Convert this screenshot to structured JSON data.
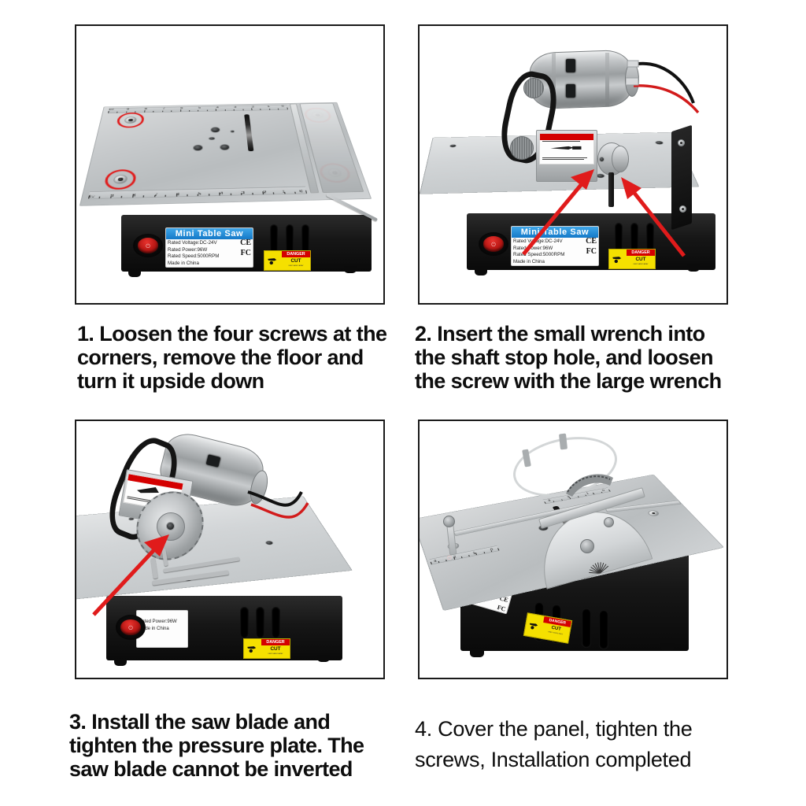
{
  "page": {
    "type": "instruction-sheet",
    "background_color": "#ffffff",
    "border_color": "#1a1a1a",
    "accent_red": "#e01b1b",
    "label_blue": "#1479c8",
    "danger_yellow": "#f5e000"
  },
  "steps": [
    {
      "number": "1",
      "caption": "1. Loosen the four screws at the corners, remove the floor and turn it upside down",
      "photo_alt": "mini-table-saw-top-view-with-four-corner-screws-circled"
    },
    {
      "number": "2",
      "caption": "2. Insert the small wrench into the shaft stop hole, and loosen the screw with the large wrench",
      "photo_alt": "motor-and-arbor-assembly-with-two-red-arrows"
    },
    {
      "number": "3",
      "caption": "3. Install the saw blade and tighten the pressure plate. The saw blade cannot be inverted",
      "photo_alt": "saw-blade-installed-with-hex-wrenches-and-red-arrow"
    },
    {
      "number": "4",
      "caption": "4. Cover the panel, tighten the screws, Installation completed",
      "photo_alt": "fully-assembled-mini-table-saw-with-fence-and-miter-gauge"
    }
  ],
  "product_label": {
    "title": "Mini Table Saw",
    "lines": [
      "Rated Voltage:DC-24V",
      "Rated Power:96W",
      "Rated Speed:5000RPM",
      "Made in China"
    ],
    "certifications": [
      "CE",
      "FC"
    ]
  },
  "danger_sticker": {
    "danger_text": "DANGER",
    "cut_text": "CUT",
    "subtext": "KEEP HANDS AWAY"
  },
  "ruler": {
    "numbers": [
      "10",
      "9",
      "8",
      "7",
      "6",
      "5",
      "4",
      "3",
      "2",
      "1",
      "0"
    ]
  },
  "power_switch": {
    "symbol": "⏻",
    "color": "#b81714"
  }
}
